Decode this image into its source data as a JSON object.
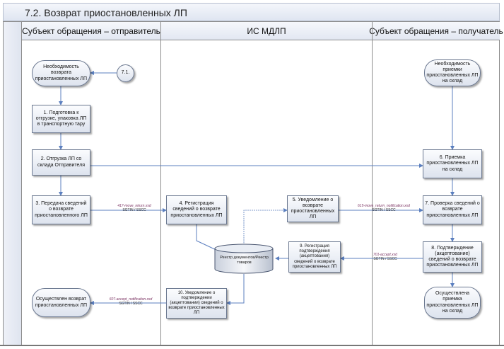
{
  "title": "7.2. Возврат приостановленных ЛП",
  "lanes": {
    "sender": "Субъект обращения – отправитель",
    "mdlp": "ИС МДЛП",
    "receiver": "Субъект обращения – получатель"
  },
  "nodes": {
    "start_sender": "Необходимость возврата приостановленных ЛП",
    "connector": "7.1.",
    "step1": "1. Подготовка к отгрузке, упаковка ЛП в транспортную тару",
    "step2": "2. Отгрузка ЛП со склада Отправителя",
    "step3": "3. Передача сведений о возврате приостановленного ЛП",
    "step4": "4. Регистрация сведений о возврате приостановленных ЛП",
    "step5": "5. Уведомление о возврате приостановленных ЛП",
    "registry": "Реестр документов/Реестр товаров",
    "step9": "9. Регистрация подтверждения (акцептования) сведений о возврате приостановленных ЛП",
    "step10": "10. Уведомление о подтверждении (акцептовании) сведений о возврате приостановленных ЛП",
    "end_sender": "Осуществлен возврат приостановленных ЛП",
    "start_receiver": "Необходимость приемки приостановленных ЛП на склад",
    "step6": "6. Приемка приостановленных ЛП на склад",
    "step7": "7. Проверка сведений о возврате приостановленных ЛП",
    "step8": "8. Подтверждение (акцептование) сведений о возврате приостановленных ЛП",
    "end_receiver": "Осуществлена приемка приостановленных ЛП на склад"
  },
  "labels": {
    "msg417": "417-move_return.xsd",
    "msg615": "615-move_return_notification.xsd",
    "msg701": "701-accept.xsd",
    "msg607": "607-accept_notification.xsd",
    "sgtin_sscc": "SGTIN / SSCC"
  }
}
